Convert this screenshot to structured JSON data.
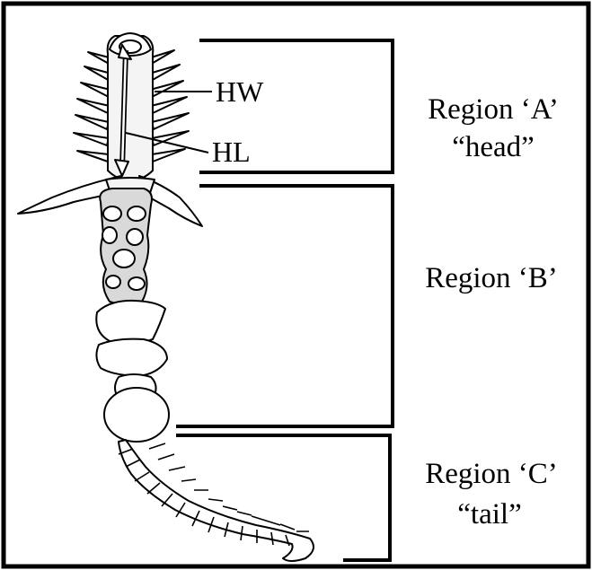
{
  "labels": {
    "hw": "HW",
    "hl": "HL"
  },
  "regions": [
    {
      "name": "Region ‘A’",
      "sub": "“head”"
    },
    {
      "name": "Region ‘B’",
      "sub": ""
    },
    {
      "name": "Region ‘C’",
      "sub": "“tail”"
    }
  ],
  "colors": {
    "ink": "#000000",
    "fill": "#ffffff",
    "shade": "#d9d9d9"
  }
}
